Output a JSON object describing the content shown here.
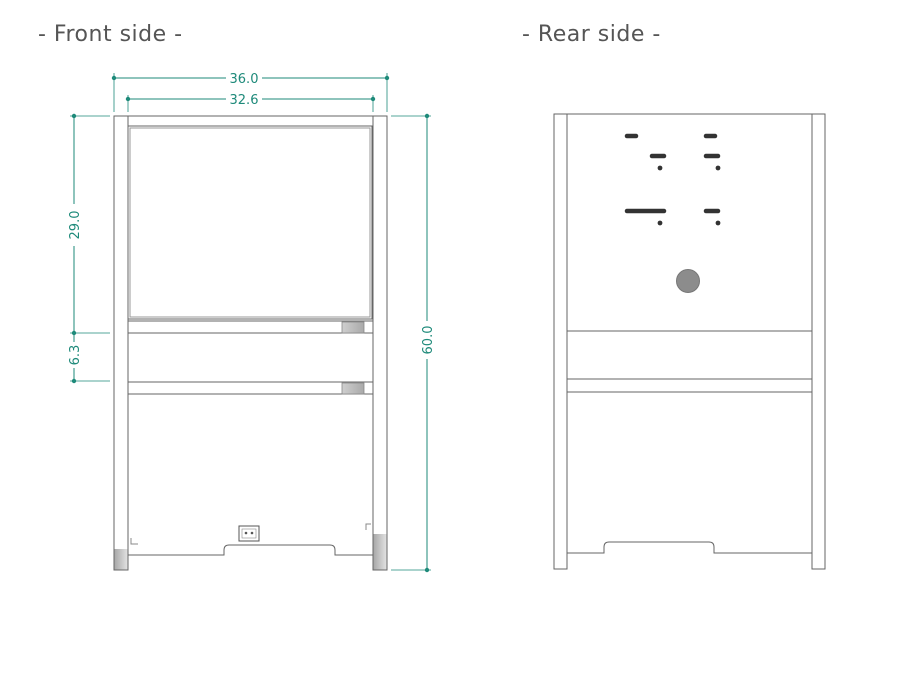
{
  "titles": {
    "front": "- Front side -",
    "rear": "- Rear side -"
  },
  "dimensions": {
    "outer_width": "36.0",
    "inner_width": "32.6",
    "upper_height": "29.0",
    "drawer_height": "6.3",
    "total_height": "60.0"
  },
  "colors": {
    "dimension": "#1e8a7a",
    "outline": "#666666",
    "slot": "#333333",
    "hole": "#8c8c8c",
    "leg_shade": "#bdbdbd"
  }
}
